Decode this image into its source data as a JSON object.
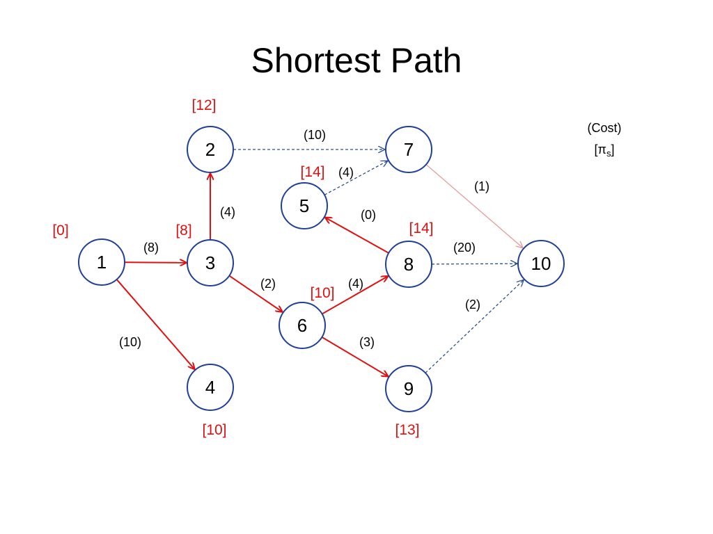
{
  "title": "Shortest Path",
  "legend": {
    "cost": "(Cost)",
    "potential_open": "[",
    "potential_symbol": "π",
    "potential_sub": "s",
    "potential_close": "]"
  },
  "colors": {
    "tree_edge": "#e01010",
    "non_tree_edge": "#2a4f8f",
    "faded_edge": "#e39a9a",
    "node_stroke": "#1f3f99",
    "potential": "#e01010"
  },
  "nodes": [
    {
      "id": "1",
      "label": "1",
      "potential": "[0]"
    },
    {
      "id": "2",
      "label": "2",
      "potential": "[12]"
    },
    {
      "id": "3",
      "label": "3",
      "potential": "[8]"
    },
    {
      "id": "4",
      "label": "4",
      "potential": "[10]"
    },
    {
      "id": "5",
      "label": "5",
      "potential": "[14]"
    },
    {
      "id": "6",
      "label": "6",
      "potential": "[10]"
    },
    {
      "id": "7",
      "label": "7",
      "potential": ""
    },
    {
      "id": "8",
      "label": "8",
      "potential": "[14]"
    },
    {
      "id": "9",
      "label": "9",
      "potential": "[13]"
    },
    {
      "id": "10",
      "label": "10",
      "potential": ""
    }
  ],
  "edges": [
    {
      "from": "1",
      "to": "3",
      "cost": "(8)",
      "style": "tree"
    },
    {
      "from": "1",
      "to": "4",
      "cost": "(10)",
      "style": "tree"
    },
    {
      "from": "3",
      "to": "2",
      "cost": "(4)",
      "style": "tree"
    },
    {
      "from": "3",
      "to": "6",
      "cost": "(2)",
      "style": "tree"
    },
    {
      "from": "2",
      "to": "7",
      "cost": "(10)",
      "style": "dashed"
    },
    {
      "from": "5",
      "to": "7",
      "cost": "(4)",
      "style": "dashed"
    },
    {
      "from": "8",
      "to": "5",
      "cost": "(0)",
      "style": "tree"
    },
    {
      "from": "6",
      "to": "8",
      "cost": "(4)",
      "style": "tree"
    },
    {
      "from": "6",
      "to": "9",
      "cost": "(3)",
      "style": "tree"
    },
    {
      "from": "7",
      "to": "10",
      "cost": "(1)",
      "style": "faded"
    },
    {
      "from": "8",
      "to": "10",
      "cost": "(20)",
      "style": "dashed"
    },
    {
      "from": "9",
      "to": "10",
      "cost": "(2)",
      "style": "dashed"
    }
  ]
}
